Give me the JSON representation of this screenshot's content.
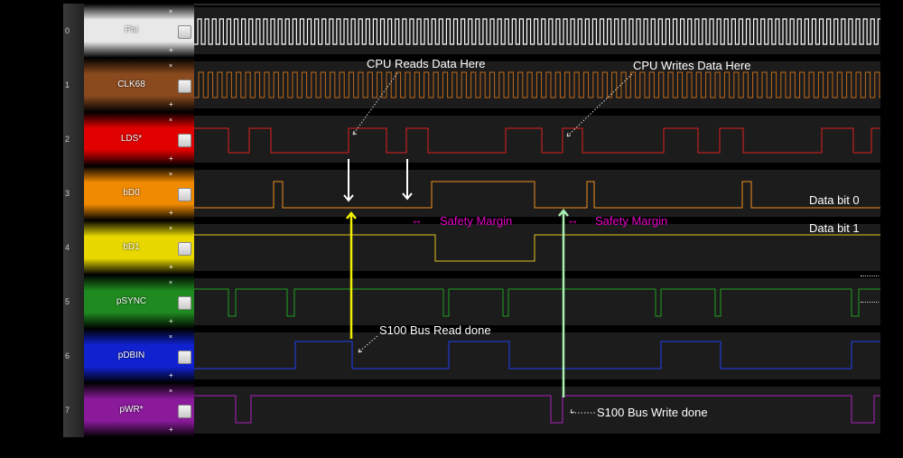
{
  "channels": [
    {
      "index": "0",
      "name": "Phi",
      "label_color": "#e8e8e8",
      "trace_color": "#ffffff"
    },
    {
      "index": "1",
      "name": "CLK68",
      "label_color": "#8a4a1e",
      "trace_color": "#c06a1c"
    },
    {
      "index": "2",
      "name": "LDS*",
      "label_color": "#e00000",
      "trace_color": "#e02020"
    },
    {
      "index": "3",
      "name": "bD0",
      "label_color": "#f08a00",
      "trace_color": "#f09020"
    },
    {
      "index": "4",
      "name": "bD1",
      "label_color": "#e8d800",
      "trace_color": "#e0c420"
    },
    {
      "index": "5",
      "name": "pSYNC",
      "label_color": "#1f8a1f",
      "trace_color": "#1fa01f"
    },
    {
      "index": "6",
      "name": "pDBIN",
      "label_color": "#1022d0",
      "trace_color": "#2040f0"
    },
    {
      "index": "7",
      "name": "pWR*",
      "label_color": "#8a1a9a",
      "trace_color": "#b020c0"
    }
  ],
  "controls": {
    "remove_symbol": "×",
    "add_symbol": "+"
  },
  "annotations": {
    "cpu_reads": "CPU Reads Data Here",
    "cpu_writes": "CPU Writes Data Here",
    "safety_margin_1": "Safety Margin",
    "safety_margin_2": "Safety Margin",
    "data_bit_0": "Data bit 0",
    "data_bit_1": "Data bit 1",
    "s100_read_done": "S100 Bus Read done",
    "s100_write_done": "S100 Bus Write done",
    "margin_arrow": "↔"
  },
  "colors": {
    "accent_magenta": "#e600c8",
    "read_marker": "#f0f000",
    "write_marker": "#a8f0b0"
  }
}
